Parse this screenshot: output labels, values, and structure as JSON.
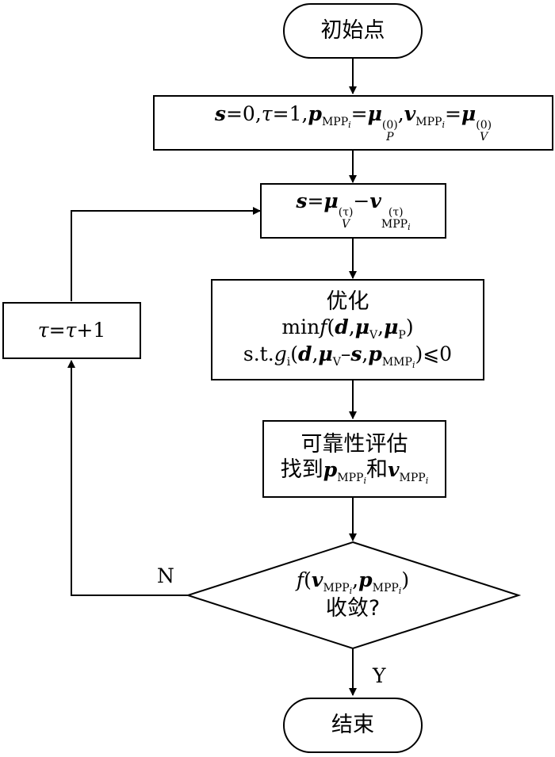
{
  "nodes": {
    "start": "初始点",
    "init_s": "s",
    "init_eq0": "=0,",
    "init_tau": "τ",
    "init_eq1": "=1,",
    "init_p": "p",
    "init_mpp": "MPP",
    "init_i": "i",
    "init_eq": "=",
    "init_mu": "μ",
    "init_P": "P",
    "init_zero": "(0)",
    "init_comma": ",",
    "init_v": "v",
    "init_V": "V",
    "upd_s": "s",
    "upd_eq": "=",
    "upd_mu": "μ",
    "upd_V": "V",
    "upd_tau": "(τ)",
    "upd_minus": "−",
    "upd_v": "v",
    "upd_mpp": "MPP",
    "upd_i": "i",
    "opt_title": "优化",
    "opt_min": "min",
    "opt_f": "f",
    "opt_paren_open": "(",
    "opt_d": "d",
    "opt_comma": ",",
    "opt_mu": "μ",
    "opt_V": "V",
    "opt_P": "P",
    "opt_paren_close": ")",
    "con_st": "s.t.",
    "con_g": "g",
    "con_i": "i",
    "con_open": "(",
    "con_d": "d",
    "con_comma": ",",
    "con_mu": "μ",
    "con_V": "V",
    "con_minus": "–",
    "con_s": "s",
    "con_p": "p",
    "con_mmp": "MMP",
    "con_i2": "i",
    "con_close": ")",
    "con_le": "⩽0",
    "rel_title": "可靠性评估",
    "rel_find": "找到",
    "rel_p": "p",
    "rel_mpp": "MPP",
    "rel_i": "i",
    "rel_and": "和",
    "rel_v": "v",
    "conv_f": "f",
    "conv_open": "(",
    "conv_v": "v",
    "conv_mpp": "MPP",
    "conv_i": "i",
    "conv_comma": ",",
    "conv_p": "p",
    "conv_close": ")",
    "conv_text": "收敛?",
    "tau_tau": "τ",
    "tau_rest": "=",
    "tau_plus": "+1",
    "end": "结束"
  },
  "edge_labels": {
    "no": "N",
    "yes": "Y"
  }
}
